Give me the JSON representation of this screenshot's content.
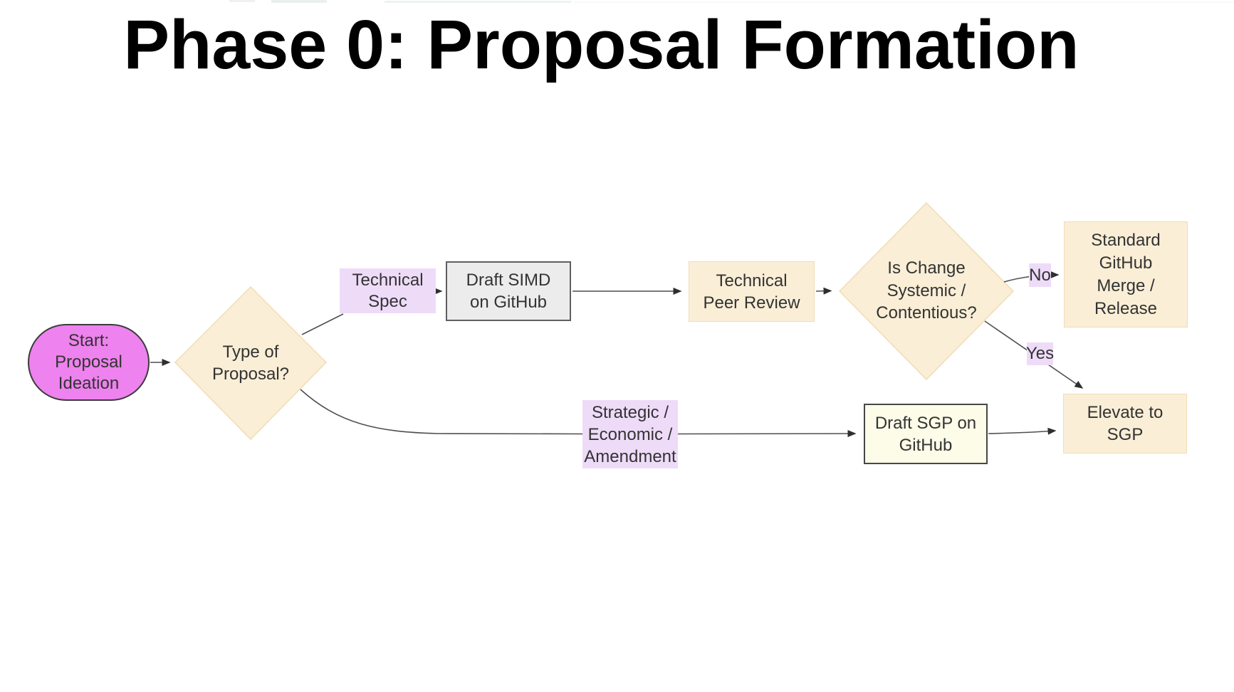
{
  "page": {
    "title": "Phase 0: Proposal Formation"
  },
  "theme": {
    "bg": "#ffffff",
    "title-color": "#000000",
    "text": "#333333",
    "violet-fill": "#ee82ee",
    "violet-border": "#3b3b3b",
    "cream-fill": "#faeed6",
    "cream-border": "#efddb6",
    "lavender-fill": "#eedbf8",
    "gray-fill": "#ececec",
    "gray-border": "#5f5f5f",
    "ivory-fill": "#fcfce9",
    "ivory-border": "#474747",
    "edge-stroke": "#4f4f4f",
    "arrow-fill": "#2f2f2f"
  },
  "flowchart": {
    "nodes": {
      "start": {
        "lines": [
          "Start:",
          "Proposal",
          "Ideation"
        ]
      },
      "type_decision": {
        "lines": [
          "Type of",
          "Proposal?"
        ]
      },
      "draft_simd": {
        "lines": [
          "Draft SIMD",
          "on GitHub"
        ]
      },
      "peer_review": {
        "lines": [
          "Technical",
          "Peer Review"
        ]
      },
      "systemic_decision": {
        "lines": [
          "Is Change",
          "Systemic /",
          "Contentious?"
        ]
      },
      "standard_merge": {
        "lines": [
          "Standard",
          "GitHub",
          "Merge /",
          "Release"
        ]
      },
      "draft_sgp": {
        "lines": [
          "Draft SGP on",
          "GitHub"
        ]
      },
      "elevate_sgp": {
        "lines": [
          "Elevate to",
          "SGP"
        ]
      }
    },
    "edge_labels": {
      "technical_spec": {
        "lines": [
          "Technical",
          "Spec"
        ]
      },
      "strategic": {
        "lines": [
          "Strategic /",
          "Economic /",
          "Amendment"
        ]
      },
      "no": "No",
      "yes": "Yes"
    }
  }
}
